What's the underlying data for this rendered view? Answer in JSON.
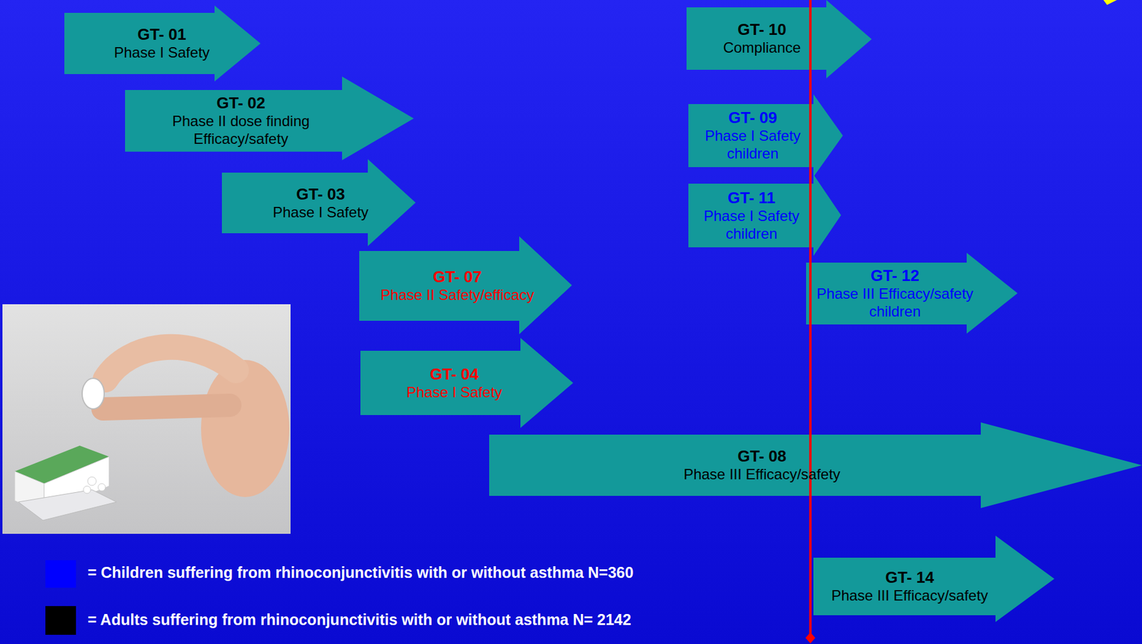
{
  "diagram": {
    "nodes": [
      {
        "text": [
          "GT- 01",
          "Phase I Safety"
        ]
      },
      {
        "text": [
          "GT- 10",
          "Compliance"
        ]
      },
      {
        "text": [
          "GT- 02",
          "Phase II dose finding Efficacy/safety"
        ]
      },
      {
        "text": [
          "GT- 09",
          "Phase I Safety children"
        ]
      },
      {
        "text": [
          "GT- 03",
          "Phase I Safety"
        ]
      },
      {
        "text": [
          "GT- 11",
          "Phase I Safety children"
        ]
      },
      {
        "text": [
          "GT- 07",
          "Phase II Safety/efficacy"
        ]
      },
      {
        "text": [
          "GT- 12",
          "Phase III Efficacy/safety children"
        ]
      },
      {
        "text": [
          "GT- 04",
          "Phase I Safety"
        ]
      },
      {
        "text": [
          "GT- 08",
          "Phase III Efficacy/safety"
        ]
      },
      {
        "text": [
          "GT- 14",
          "Phase III Efficacy/safety"
        ]
      }
    ],
    "legend": [
      {
        "text": "= Children suffering from rhinoconjunctivitis with or without asthma N=360",
        "color": "#0000ff"
      },
      {
        "text": "= Adults suffering from rhinoconjunctivitis with or without asthma N= 2142",
        "color": "#000000"
      }
    ]
  }
}
